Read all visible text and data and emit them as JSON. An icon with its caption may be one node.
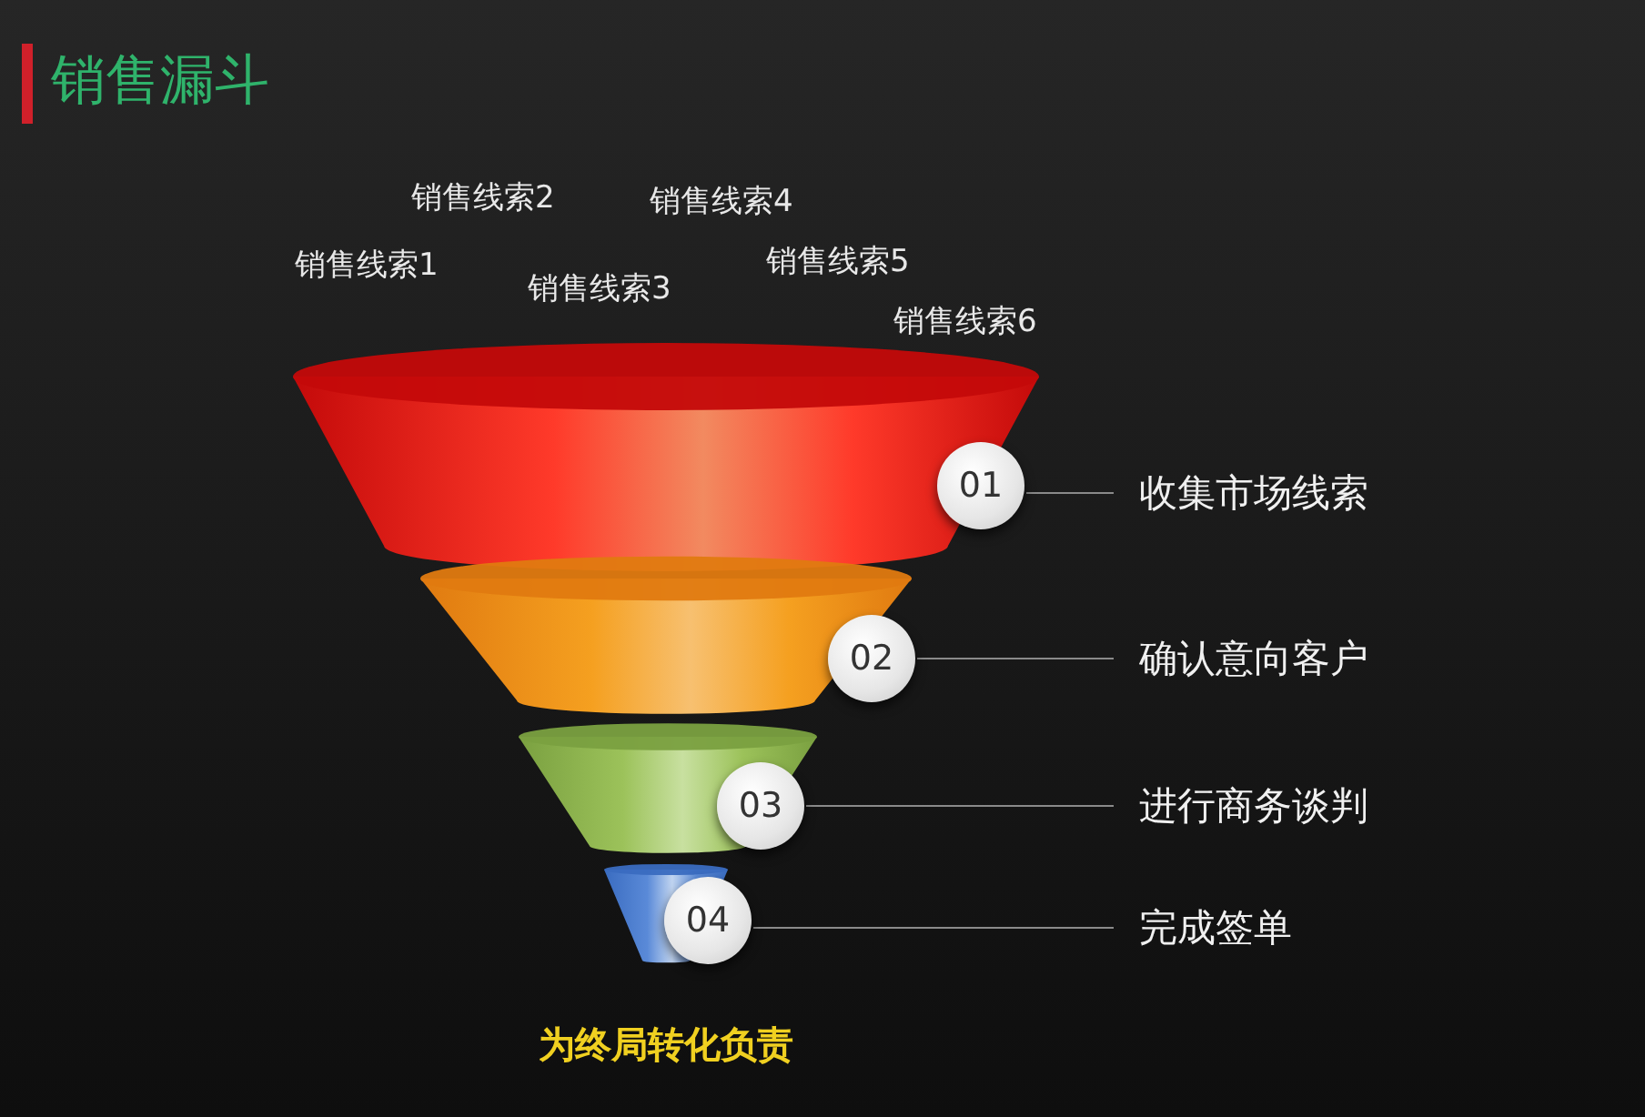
{
  "diagram": {
    "title": "销售漏斗",
    "nodes": [
      {
        "text": [
          "01"
        ]
      },
      {
        "text": [
          "02"
        ]
      },
      {
        "text": [
          "03"
        ]
      },
      {
        "text": [
          "04"
        ]
      },
      {
        "text": [
          "收集市场线索"
        ]
      },
      {
        "text": [
          "确认意向客户"
        ]
      },
      {
        "text": [
          "进行商务谈判"
        ]
      },
      {
        "text": [
          "完成签单"
        ]
      }
    ],
    "edges": [
      {
        "from": 0,
        "to": 4,
        "arrow": "none"
      },
      {
        "from": 1,
        "to": 5,
        "arrow": "none"
      },
      {
        "from": 2,
        "to": 6,
        "arrow": "none"
      },
      {
        "from": 3,
        "to": 7,
        "arrow": "none"
      }
    ],
    "labels": [
      "销售线索2",
      "销售线索4",
      "销售线索1",
      "销售线索5",
      "销售线索3",
      "销售线索6",
      "为终局转化负责"
    ]
  }
}
